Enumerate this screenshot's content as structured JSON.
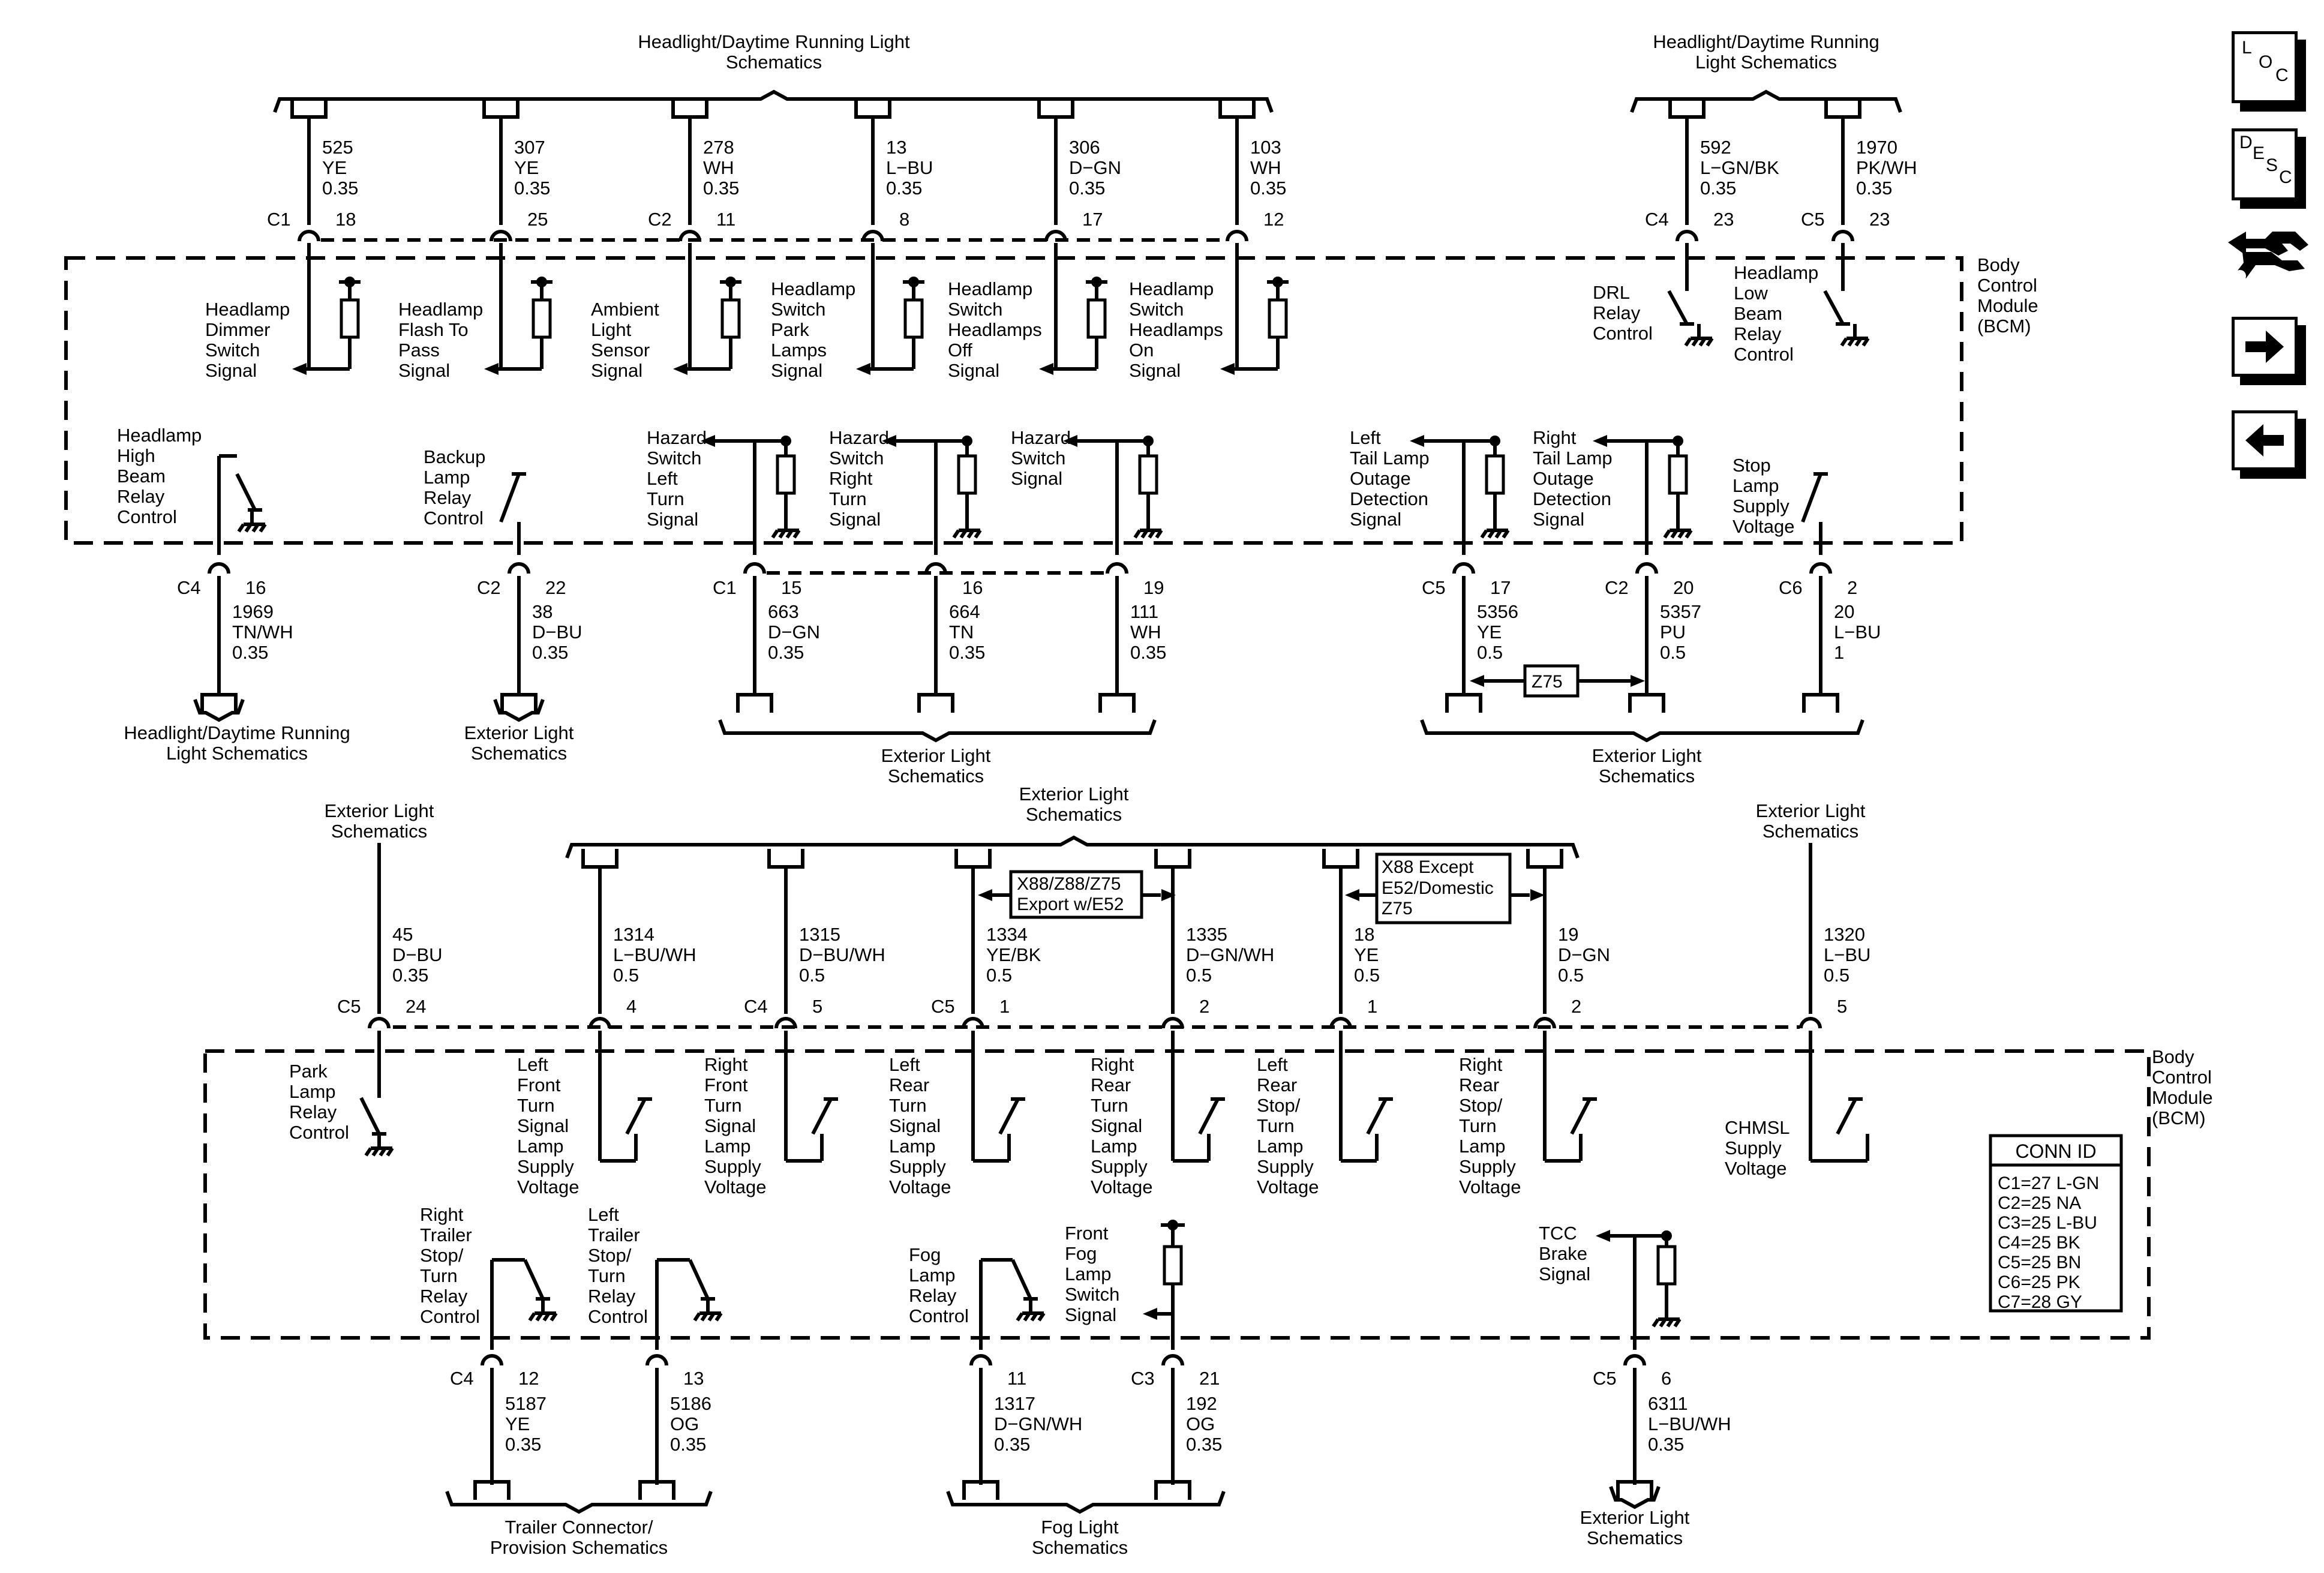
{
  "nav": {
    "loc": {
      "l1": "L",
      "l2": "O",
      "l3": "C"
    },
    "desc": {
      "l1": "D",
      "l2": "E",
      "l3": "S",
      "l4": "C"
    }
  },
  "module": {
    "l1": "Body",
    "l2": "Control",
    "l3": "Module",
    "l4": "(BCM)"
  },
  "conn_id": {
    "title": "CONN ID",
    "rows": [
      "C1=27 L-GN",
      "C2=25 NA",
      "C3=25 L-BU",
      "C4=25 BK",
      "C5=25 BN",
      "C6=25 PK",
      "C7=28 GY"
    ]
  },
  "refs": {
    "hdrl1": "Headlight/Daytime Running Light",
    "schem": "Schematics",
    "hdrl2a": "Headlight/Daytime Running",
    "hdrl2b": "Light Schematics",
    "hdrl3a": "Headlight/Daytime Running",
    "hdrl3b": "Light Schematics",
    "ext": "Exterior Light",
    "extb": "Exterior Light",
    "extc": "Exterior Light",
    "extd": "Exterior Light",
    "exte": "Exterior Light",
    "extf": "Exterior Light",
    "extg": "Exterior Light",
    "trailer1": "Trailer Connector/",
    "trailer2": "Provision Schematics",
    "fog1": "Fog Light"
  },
  "options": {
    "opt1a": "X88/Z88/Z75",
    "opt1b": "Export w/E52",
    "opt2a": "X88 Except",
    "opt2b": "E52/Domestic",
    "opt2c": "Z75",
    "z75": "Z75"
  },
  "wires": [
    {
      "circuit": "525",
      "color": "YE",
      "gauge": "0.35",
      "conn": "C1",
      "pin": "18"
    },
    {
      "circuit": "307",
      "color": "YE",
      "gauge": "0.35",
      "conn": "",
      "pin": "25"
    },
    {
      "circuit": "278",
      "color": "WH",
      "gauge": "0.35",
      "conn": "C2",
      "pin": "11"
    },
    {
      "circuit": "13",
      "color": "L−BU",
      "gauge": "0.35",
      "conn": "",
      "pin": "8"
    },
    {
      "circuit": "306",
      "color": "D−GN",
      "gauge": "0.35",
      "conn": "",
      "pin": "17"
    },
    {
      "circuit": "103",
      "color": "WH",
      "gauge": "0.35",
      "conn": "",
      "pin": "12"
    },
    {
      "circuit": "592",
      "color": "L−GN/BK",
      "gauge": "0.35",
      "conn": "C4",
      "pin": "23"
    },
    {
      "circuit": "1970",
      "color": "PK/WH",
      "gauge": "0.35",
      "conn": "C5",
      "pin": "23"
    },
    {
      "circuit": "1969",
      "color": "TN/WH",
      "gauge": "0.35",
      "conn": "C4",
      "pin": "16"
    },
    {
      "circuit": "38",
      "color": "D−BU",
      "gauge": "0.35",
      "conn": "C2",
      "pin": "22"
    },
    {
      "circuit": "663",
      "color": "D−GN",
      "gauge": "0.35",
      "conn": "C1",
      "pin": "15"
    },
    {
      "circuit": "664",
      "color": "TN",
      "gauge": "0.35",
      "conn": "",
      "pin": "16"
    },
    {
      "circuit": "111",
      "color": "WH",
      "gauge": "0.35",
      "conn": "",
      "pin": "19"
    },
    {
      "circuit": "5356",
      "color": "YE",
      "gauge": "0.5",
      "conn": "C5",
      "pin": "17"
    },
    {
      "circuit": "5357",
      "color": "PU",
      "gauge": "0.5",
      "conn": "C2",
      "pin": "20"
    },
    {
      "circuit": "20",
      "color": "L−BU",
      "gauge": "1",
      "conn": "C6",
      "pin": "2"
    },
    {
      "circuit": "45",
      "color": "D−BU",
      "gauge": "0.35",
      "conn": "C5",
      "pin": "24"
    },
    {
      "circuit": "1314",
      "color": "L−BU/WH",
      "gauge": "0.5",
      "conn": "",
      "pin": "4"
    },
    {
      "circuit": "1315",
      "color": "D−BU/WH",
      "gauge": "0.5",
      "conn": "C4",
      "pin": "5"
    },
    {
      "circuit": "1334",
      "color": "YE/BK",
      "gauge": "0.5",
      "conn": "C5",
      "pin": "1"
    },
    {
      "circuit": "1335",
      "color": "D−GN/WH",
      "gauge": "0.5",
      "conn": "",
      "pin": "2"
    },
    {
      "circuit": "18",
      "color": "YE",
      "gauge": "0.5",
      "conn": "",
      "pin": "1"
    },
    {
      "circuit": "19",
      "color": "D−GN",
      "gauge": "0.5",
      "conn": "",
      "pin": "2"
    },
    {
      "circuit": "1320",
      "color": "L−BU",
      "gauge": "0.5",
      "conn": "",
      "pin": "5"
    },
    {
      "circuit": "5187",
      "color": "YE",
      "gauge": "0.35",
      "conn": "C4",
      "pin": "12"
    },
    {
      "circuit": "5186",
      "color": "OG",
      "gauge": "0.35",
      "conn": "",
      "pin": "13"
    },
    {
      "circuit": "1317",
      "color": "D−GN/WH",
      "gauge": "0.35",
      "conn": "",
      "pin": "11"
    },
    {
      "circuit": "192",
      "color": "OG",
      "gauge": "0.35",
      "conn": "C3",
      "pin": "21"
    },
    {
      "circuit": "6311",
      "color": "L−BU/WH",
      "gauge": "0.35",
      "conn": "C5",
      "pin": "6"
    }
  ],
  "signals": [
    [
      "Headlamp",
      "Dimmer",
      "Switch",
      "Signal"
    ],
    [
      "Headlamp",
      "Flash To",
      "Pass",
      "Signal"
    ],
    [
      "Ambient",
      "Light",
      "Sensor",
      "Signal"
    ],
    [
      "Headlamp",
      "Switch",
      "Park",
      "Lamps",
      "Signal"
    ],
    [
      "Headlamp",
      "Switch",
      "Headlamps",
      "Off",
      "Signal"
    ],
    [
      "Headlamp",
      "Switch",
      "Headlamps",
      "On",
      "Signal"
    ],
    [
      "DRL",
      "Relay",
      "Control"
    ],
    [
      "Headlamp",
      "Low",
      "Beam",
      "Relay",
      "Control"
    ],
    [
      "Headlamp",
      "High",
      "Beam",
      "Relay",
      "Control"
    ],
    [
      "Backup",
      "Lamp",
      "Relay",
      "Control"
    ],
    [
      "Hazard",
      "Switch",
      "Left",
      "Turn",
      "Signal"
    ],
    [
      "Hazard",
      "Switch",
      "Right",
      "Turn",
      "Signal"
    ],
    [
      "Hazard",
      "Switch",
      "Signal"
    ],
    [
      "Left",
      "Tail Lamp",
      "Outage",
      "Detection",
      "Signal"
    ],
    [
      "Right",
      "Tail Lamp",
      "Outage",
      "Detection",
      "Signal"
    ],
    [
      "Stop",
      "Lamp",
      "Supply",
      "Voltage"
    ],
    [
      "Park",
      "Lamp",
      "Relay",
      "Control"
    ],
    [
      "Left",
      "Front",
      "Turn",
      "Signal",
      "Lamp",
      "Supply",
      "Voltage"
    ],
    [
      "Right",
      "Front",
      "Turn",
      "Signal",
      "Lamp",
      "Supply",
      "Voltage"
    ],
    [
      "Left",
      "Rear",
      "Turn",
      "Signal",
      "Lamp",
      "Supply",
      "Voltage"
    ],
    [
      "Right",
      "Rear",
      "Turn",
      "Signal",
      "Lamp",
      "Supply",
      "Voltage"
    ],
    [
      "Left",
      "Rear",
      "Stop/",
      "Turn",
      "Lamp",
      "Supply",
      "Voltage"
    ],
    [
      "Right",
      "Rear",
      "Stop/",
      "Turn",
      "Lamp",
      "Supply",
      "Voltage"
    ],
    [
      "CHMSL",
      "Supply",
      "Voltage"
    ],
    [
      "Right",
      "Trailer",
      "Stop/",
      "Turn",
      "Relay",
      "Control"
    ],
    [
      "Left",
      "Trailer",
      "Stop/",
      "Turn",
      "Relay",
      "Control"
    ],
    [
      "Fog",
      "Lamp",
      "Relay",
      "Control"
    ],
    [
      "Front",
      "Fog",
      "Lamp",
      "Switch",
      "Signal"
    ],
    [
      "TCC",
      "Brake",
      "Signal"
    ]
  ]
}
